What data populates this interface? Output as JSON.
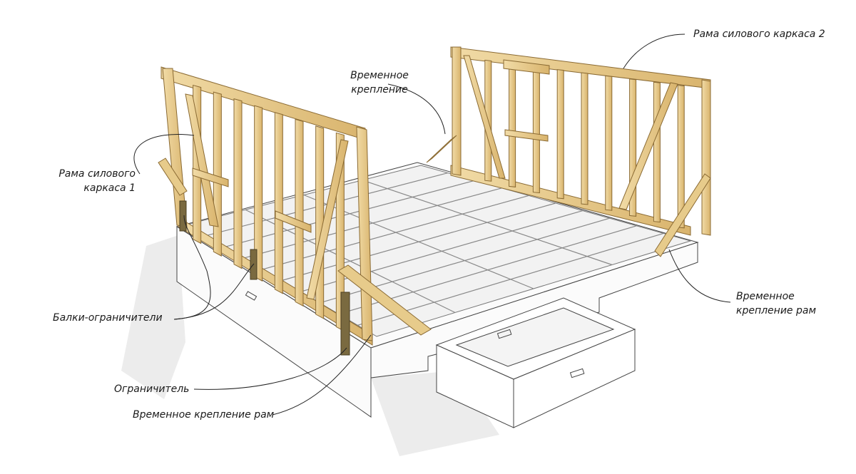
{
  "labels": {
    "frame_1_line1": "Рама силового",
    "frame_1_line2": "каркаса 1",
    "frame_2": "Рама силового каркаса 2",
    "temp_brace_line1": "Временное",
    "temp_brace_line2": "крепление",
    "temp_frame_brace_right_line1": "Временное",
    "temp_frame_brace_right_line2": "крепление рам",
    "limiter_beams": "Балки-ограничители",
    "limiter": "Ограничитель",
    "temp_frame_brace_bottom": "Временное крепление рам"
  },
  "colors": {
    "wood": "#e9cf92",
    "wood_dark": "#c9a55c",
    "wood_edge": "#8a6a33",
    "stake": "#7a6a40",
    "outline": "#333333",
    "floor": "#f6f6f6",
    "shadow": "#dcdcdc"
  }
}
